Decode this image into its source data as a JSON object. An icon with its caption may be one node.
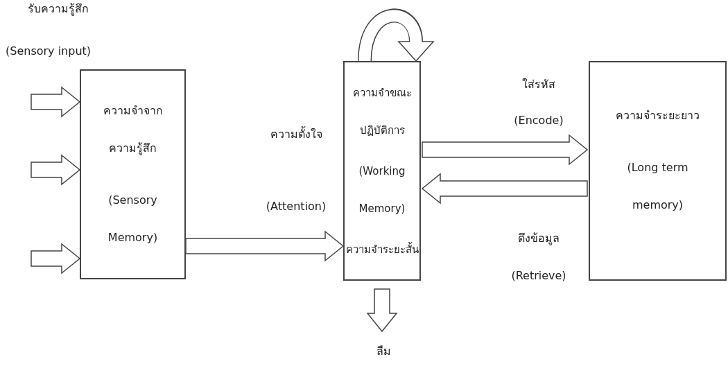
{
  "diagram": {
    "nodes": [
      {
        "text": [
          "ความจำจากความรู้สึก",
          "(Sensory Memory)"
        ]
      },
      {
        "text": [
          "ความจำขณะปฏิบัติการ",
          "(Working Memory)",
          "ความจำระยะสั้น"
        ]
      },
      {
        "text": [
          "ความจำระยะยาว",
          "(Long term memory)"
        ]
      },
      {
        "text": [
          "ลืม"
        ]
      }
    ],
    "edges": [
      {
        "from": null,
        "to": 0,
        "arrow": "to"
      },
      {
        "from": null,
        "to": 0,
        "arrow": "to"
      },
      {
        "from": null,
        "to": 0,
        "arrow": "to"
      },
      {
        "from": 0,
        "to": 1,
        "arrow": "to",
        "label": "ความตั้งใจ (Attention)"
      },
      {
        "from": 1,
        "to": 1,
        "arrow": "to"
      },
      {
        "from": 1,
        "to": 2,
        "arrow": "to",
        "label": "ใส่รหัส (Encode)"
      },
      {
        "from": 2,
        "to": 1,
        "arrow": "to",
        "label": "ดึงข้อมูล (Retrieve)"
      },
      {
        "from": 1,
        "to": 3,
        "arrow": "to"
      }
    ],
    "labels": [
      "รับความรู้สึก",
      "(Sensory input)"
    ]
  }
}
